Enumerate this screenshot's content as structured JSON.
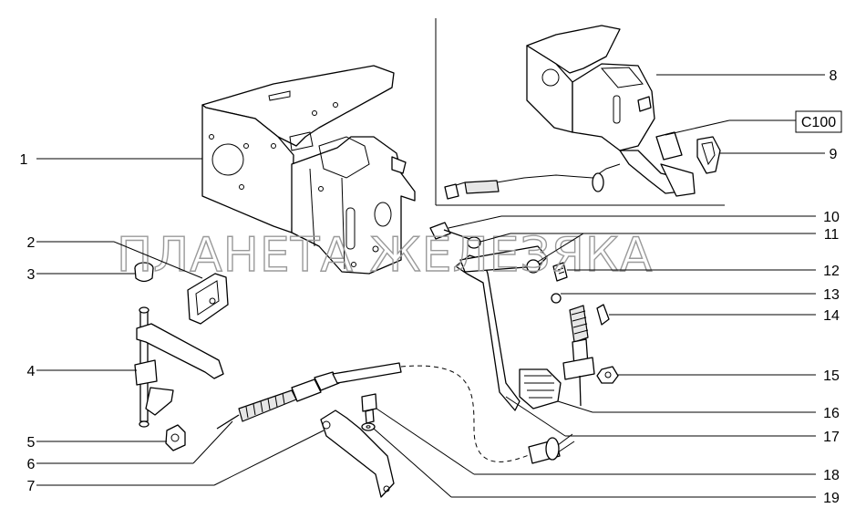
{
  "watermark": "ПЛАНЕТА ЖЕЛЕЗЯКА",
  "callouts": [
    {
      "id": "1",
      "label": "1"
    },
    {
      "id": "2",
      "label": "2"
    },
    {
      "id": "3",
      "label": "3"
    },
    {
      "id": "4",
      "label": "4"
    },
    {
      "id": "5",
      "label": "5"
    },
    {
      "id": "6",
      "label": "6"
    },
    {
      "id": "7",
      "label": "7"
    },
    {
      "id": "8",
      "label": "8"
    },
    {
      "id": "9",
      "label": "9"
    },
    {
      "id": "10",
      "label": "10"
    },
    {
      "id": "11",
      "label": "11"
    },
    {
      "id": "12",
      "label": "12"
    },
    {
      "id": "13",
      "label": "13"
    },
    {
      "id": "14",
      "label": "14"
    },
    {
      "id": "15",
      "label": "15"
    },
    {
      "id": "16",
      "label": "16"
    },
    {
      "id": "17",
      "label": "17"
    },
    {
      "id": "18",
      "label": "18"
    },
    {
      "id": "19",
      "label": "19"
    }
  ],
  "code_label": "C100"
}
